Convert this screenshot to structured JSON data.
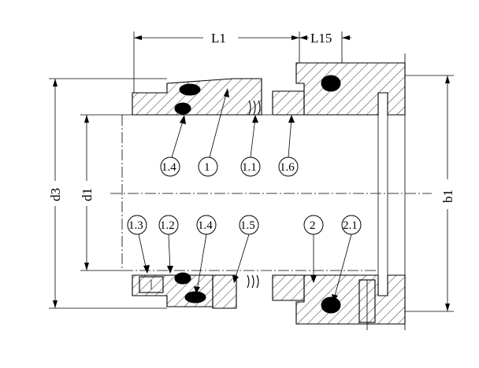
{
  "dimensions": {
    "L1": "L1",
    "L15": "L15",
    "d3": "d3",
    "d1": "d1",
    "b1": "b1"
  },
  "callouts": {
    "c1_4_top": "1.4",
    "c1": "1",
    "c1_1": "1.1",
    "c1_6": "1.6",
    "c1_3": "1.3",
    "c1_2": "1.2",
    "c1_4_bot": "1.4",
    "c1_5": "1.5",
    "c2": "2",
    "c2_1": "2.1"
  }
}
